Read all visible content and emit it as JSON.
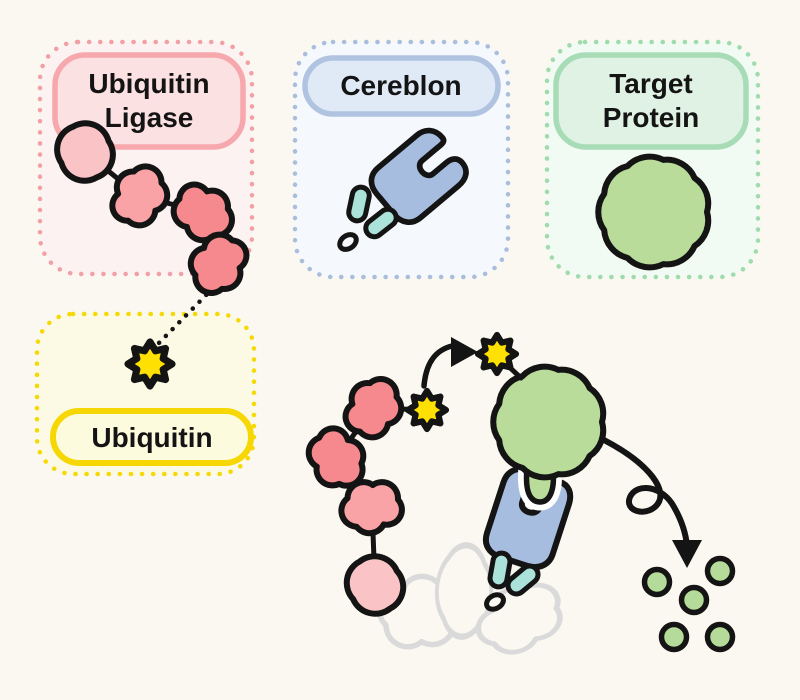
{
  "diagram": "protac-targeted-protein-degradation",
  "boxes": {
    "ubiquitin_ligase": {
      "lines": [
        "Ubiquitin",
        "Ligase"
      ]
    },
    "cereblon": {
      "lines": [
        "Cereblon"
      ]
    },
    "target_protein": {
      "lines": [
        "Target",
        "Protein"
      ]
    },
    "ubiquitin": {
      "lines": [
        "Ubiquitin"
      ]
    }
  },
  "icons": {
    "ubiquitin_ligase": "pink-protein-chain-icon",
    "cereblon": "blue-receptor-glove-with-teal-ligand-icon",
    "target_protein": "green-protein-blob-icon",
    "ubiquitin": "yellow-star-burst-icon",
    "degraded_protein": "green-fragment-circles",
    "ghost_complex": "gray-outline-blobs",
    "ubiquitin_transfer_arrow": "curved-arrow-right",
    "degradation_arrow": "looped-arrow-down"
  },
  "colors": {
    "background": "#FAF8F0",
    "outline": "#141414",
    "pink_dark": "#F5898E",
    "pink_mid": "#F9A3A7",
    "pink_light": "#FAC4C7",
    "pink_box_border": "#F2A0A6",
    "pink_box_fill": "#FCF2F2",
    "pink_pill_fill": "#FCE1E3",
    "pink_pill_border": "#F7A8AC",
    "blue_box_border": "#A9BEDC",
    "blue_box_fill": "#F5F8FC",
    "blue_pill_fill": "#E0EAF7",
    "blue_pill_border": "#B0C3E0",
    "cereblon_blue": "#A7BDE0",
    "capsule_teal": "#ABE3DB",
    "green_box_border": "#9FDBAD",
    "green_box_fill": "#F1FAF3",
    "green_pill_fill": "#DFF2E3",
    "green_pill_border": "#A8DCB7",
    "target_green": "#B9DC9B",
    "fragment_green": "#B4DB99",
    "yellow_box_border": "#F6D903",
    "yellow_box_fill": "#FCFAE4",
    "yellow_pill_fill": "#FDFBDE",
    "yellow_pill_border": "#F6D703",
    "ubiquitin_yellow": "#FFE003",
    "ghost_gray": "#DADADA"
  }
}
